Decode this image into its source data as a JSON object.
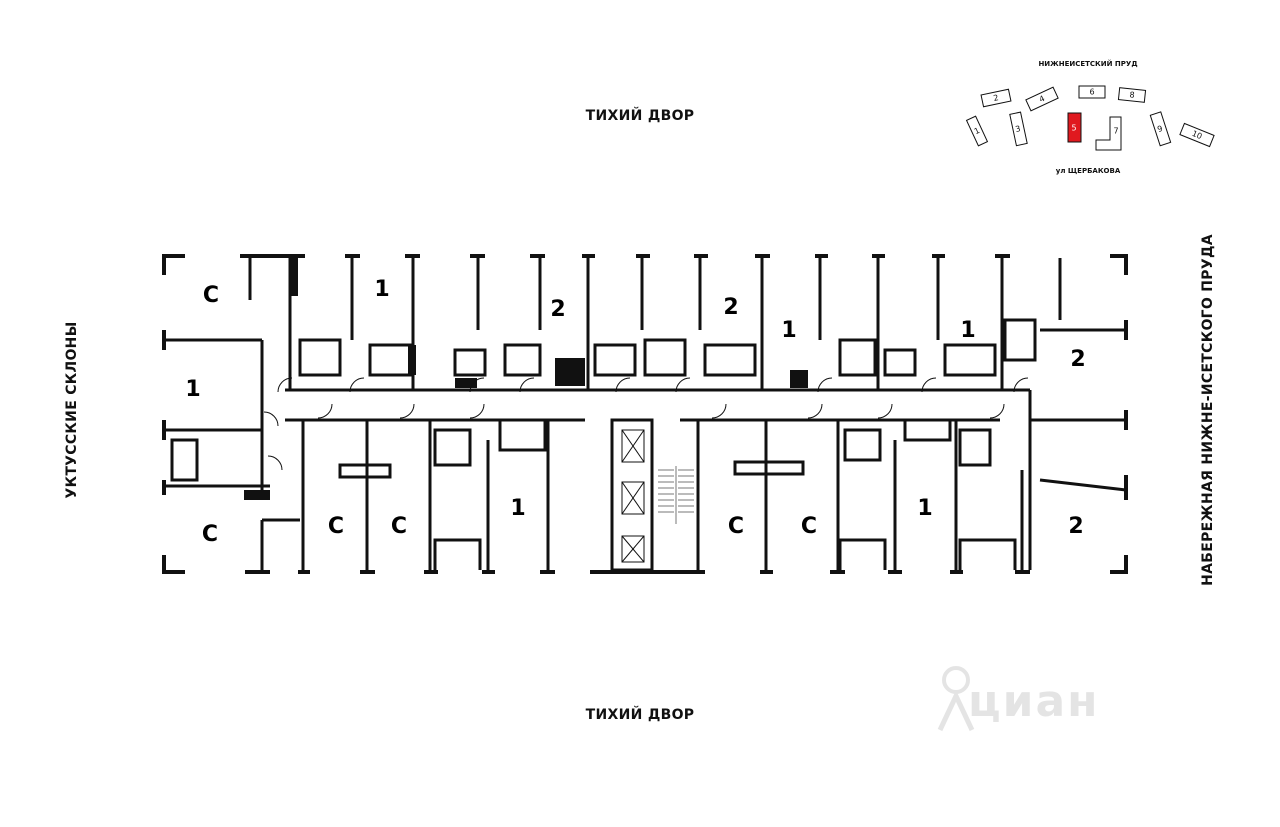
{
  "labels": {
    "top": "ТИХИЙ ДВОР",
    "bottom": "ТИХИЙ ДВОР",
    "left": "УКТУССКИЕ СКЛОНЫ",
    "right": "НАБЕРЕЖНАЯ НИЖНЕ-ИСЕТСКОГО ПРУДА"
  },
  "minimap": {
    "pond_label": "НИЖНЕИСЕТСКИЙ ПРУД",
    "street_label": "ул ЩЕРБАКОВА",
    "buildings": [
      "1",
      "2",
      "3",
      "4",
      "5",
      "6",
      "7",
      "8",
      "9",
      "10"
    ],
    "highlighted_building": "5",
    "highlight_color": "#e0191f"
  },
  "apartments": {
    "north": [
      "С",
      "1",
      "2",
      "2",
      "1",
      "1",
      "2"
    ],
    "west": [
      "1"
    ],
    "south": [
      "С",
      "С",
      "С",
      "1",
      "С",
      "С",
      "1",
      "2"
    ]
  },
  "watermark": "циан",
  "colors": {
    "walls": "#111111",
    "background": "#ffffff",
    "accent": "#e0191f"
  }
}
